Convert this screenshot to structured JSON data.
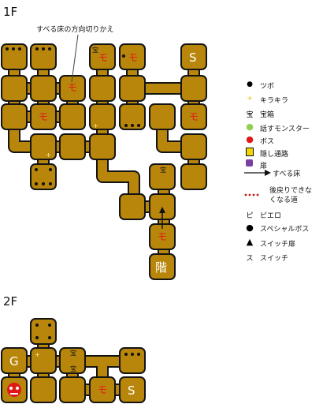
{
  "floors": {
    "f1": {
      "label": "1F"
    },
    "f2": {
      "label": "2F"
    }
  },
  "annotation": {
    "slide_turn": "すべる床の方向切りかえ"
  },
  "room_text": {
    "mo": "モ",
    "takara": "宝",
    "stairs": "階",
    "switch": "S",
    "goal": "G"
  },
  "legend": [
    {
      "icon": "pot-dot-icon",
      "symbol": "●",
      "label": "ツボ"
    },
    {
      "icon": "sparkle-icon",
      "symbol": "+",
      "label": "キラキラ"
    },
    {
      "icon": "treasure-icon",
      "symbol": "宝",
      "label": "宝箱"
    },
    {
      "icon": "talking-monster-icon",
      "symbol": "☺",
      "label": "話すモンスター"
    },
    {
      "icon": "boss-icon",
      "symbol": "☻",
      "label": "ボス"
    },
    {
      "icon": "hidden-passage-icon",
      "symbol": "▮",
      "label": "隠し通路"
    },
    {
      "icon": "bat-icon",
      "symbol": "▮",
      "label": "扉"
    },
    {
      "icon": "slide-floor-arrow-icon",
      "symbol": "→",
      "label": "すべる床"
    },
    {
      "icon": "no-return-dotted-icon",
      "symbol": "•••",
      "label": "後戻りできなくなる道"
    },
    {
      "icon": "clown-icon",
      "symbol": "ピ",
      "label": "ピエロ"
    },
    {
      "icon": "special-boss-icon",
      "symbol": "☻",
      "label": "スペシャルボス"
    },
    {
      "icon": "switch-door-icon",
      "symbol": "▲",
      "label": "スイッチ扉"
    },
    {
      "icon": "switch-icon",
      "symbol": "ス",
      "label": "スイッチ"
    }
  ],
  "colors": {
    "room_fill": "#b8860b",
    "outline": "#141414",
    "monster_text": "#e01818",
    "boss": "#e01818",
    "hidden_passage": "#f2d400",
    "bat": "#7b3fa0",
    "talking_monster": "#8fd14f"
  }
}
